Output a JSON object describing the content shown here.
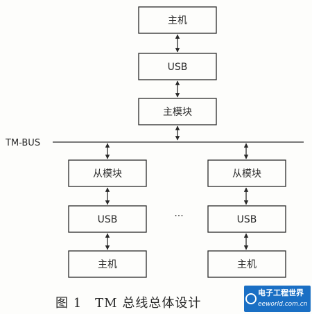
{
  "diagram": {
    "top": {
      "host": "主机",
      "usb": "USB",
      "master": "主模块"
    },
    "bus_label": "TM-BUS",
    "left": {
      "slave": "从模块",
      "usb": "USB",
      "host": "主机"
    },
    "right": {
      "slave": "从模块",
      "usb": "USB",
      "host": "主机"
    },
    "ellipsis": "···",
    "caption": "图 1　TM 总线总体设计"
  },
  "watermark": {
    "title": "电子工程世界",
    "site": "eeworld.com.cn"
  },
  "colors": {
    "ink": "#2a2a2a",
    "watermark_blue": "#1a6fc4"
  }
}
